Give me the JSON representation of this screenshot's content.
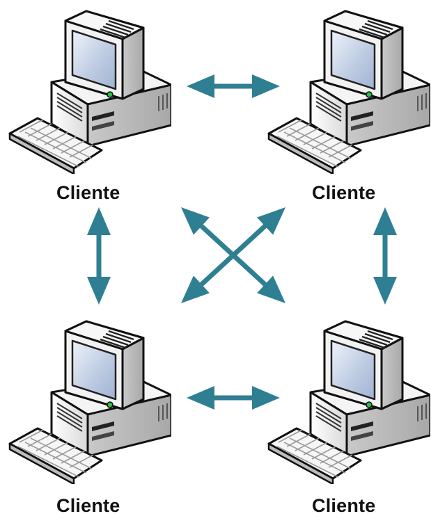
{
  "diagram": {
    "arrow_color": "#2f7f93",
    "nodes": [
      {
        "id": "top-left",
        "label": "Cliente",
        "icon": "desktop-computer-icon"
      },
      {
        "id": "top-right",
        "label": "Cliente",
        "icon": "desktop-computer-icon"
      },
      {
        "id": "bottom-left",
        "label": "Cliente",
        "icon": "desktop-computer-icon"
      },
      {
        "id": "bottom-right",
        "label": "Cliente",
        "icon": "desktop-computer-icon"
      }
    ],
    "connections": [
      {
        "from": "top-left",
        "to": "top-right",
        "direction": "both"
      },
      {
        "from": "bottom-left",
        "to": "bottom-right",
        "direction": "both"
      },
      {
        "from": "top-left",
        "to": "bottom-left",
        "direction": "both"
      },
      {
        "from": "top-right",
        "to": "bottom-right",
        "direction": "both"
      },
      {
        "from": "top-left",
        "to": "bottom-right",
        "direction": "both"
      },
      {
        "from": "top-right",
        "to": "bottom-left",
        "direction": "both"
      }
    ]
  }
}
